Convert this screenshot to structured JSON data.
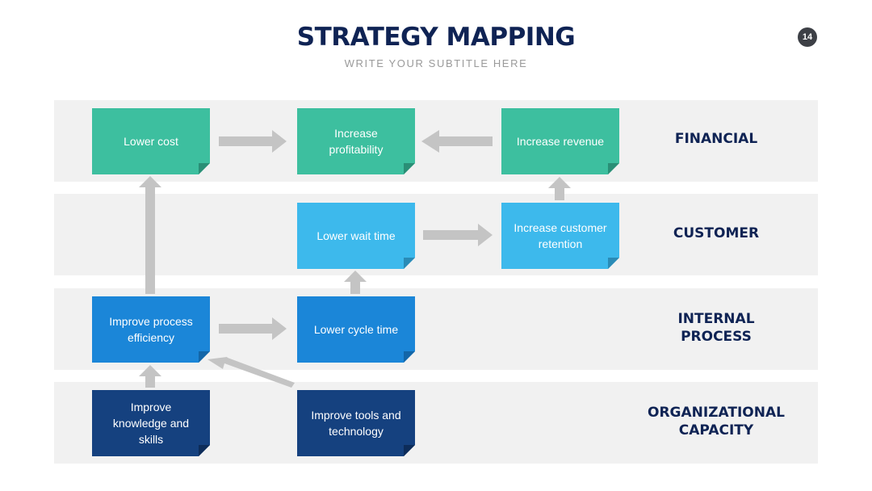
{
  "header": {
    "title": "STRATEGY MAPPING",
    "subtitle": "WRITE YOUR SUBTITLE HERE",
    "page_number": "14"
  },
  "perspectives": [
    {
      "id": "financial",
      "label_lines": [
        "FINANCIAL"
      ]
    },
    {
      "id": "customer",
      "label_lines": [
        "CUSTOMER"
      ]
    },
    {
      "id": "internal",
      "label_lines": [
        "INTERNAL",
        "PROCESS"
      ]
    },
    {
      "id": "capacity",
      "label_lines": [
        "ORGANIZATIONAL",
        "CAPACITY"
      ]
    }
  ],
  "objectives": [
    {
      "id": "lower-cost",
      "perspective": "financial",
      "text": "Lower cost"
    },
    {
      "id": "increase-profitability",
      "perspective": "financial",
      "text": "Increase profitability"
    },
    {
      "id": "increase-revenue",
      "perspective": "financial",
      "text": "Increase revenue"
    },
    {
      "id": "lower-wait-time",
      "perspective": "customer",
      "text": "Lower wait time"
    },
    {
      "id": "increase-customer-retention",
      "perspective": "customer",
      "text": "Increase customer retention"
    },
    {
      "id": "improve-process-efficiency",
      "perspective": "internal",
      "text": "Improve process efficiency"
    },
    {
      "id": "lower-cycle-time",
      "perspective": "internal",
      "text": "Lower cycle time"
    },
    {
      "id": "improve-knowledge-skills",
      "perspective": "capacity",
      "text": "Improve knowledge and skills"
    },
    {
      "id": "improve-tools-technology",
      "perspective": "capacity",
      "text": "Improve tools and technology"
    }
  ],
  "links": [
    {
      "from": "lower-cost",
      "to": "increase-profitability"
    },
    {
      "from": "increase-revenue",
      "to": "increase-profitability"
    },
    {
      "from": "increase-customer-retention",
      "to": "increase-revenue"
    },
    {
      "from": "lower-wait-time",
      "to": "increase-customer-retention"
    },
    {
      "from": "lower-cycle-time",
      "to": "lower-wait-time"
    },
    {
      "from": "improve-process-efficiency",
      "to": "lower-cost"
    },
    {
      "from": "improve-process-efficiency",
      "to": "lower-cycle-time"
    },
    {
      "from": "improve-knowledge-skills",
      "to": "improve-process-efficiency"
    },
    {
      "from": "improve-tools-technology",
      "to": "improve-process-efficiency"
    }
  ],
  "colors": {
    "title": "#0f2354",
    "financial": "#3dbf9f",
    "customer": "#3db9ec",
    "internal": "#1b86d8",
    "capacity": "#15417f",
    "band": "#f1f1f1",
    "arrow": "#c4c4c4"
  }
}
